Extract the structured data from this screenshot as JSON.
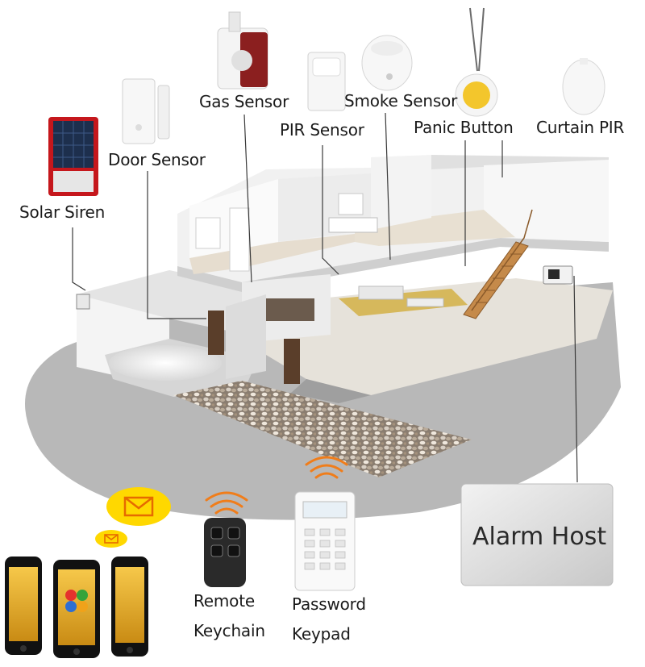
{
  "sensors": {
    "solar_siren": "Solar Siren",
    "door_sensor": "Door Sensor",
    "gas_sensor": "Gas Sensor",
    "pir_sensor": "PIR Sensor",
    "smoke_sensor": "Smoke Sensor",
    "panic_button": "Panic Button",
    "curtain_pir": "Curtain PIR"
  },
  "devices": {
    "remote_line1": "Remote",
    "remote_line2": "Keychain",
    "keypad_line1": "Password",
    "keypad_line2": "Keypad",
    "alarm_host": "Alarm Host"
  },
  "colors": {
    "floor_gray": "#b9b9b9",
    "wall": "#ececec",
    "wood": "#d4a66a",
    "signal_orange": "#f07d1a",
    "message_yellow": "#ffd800"
  }
}
